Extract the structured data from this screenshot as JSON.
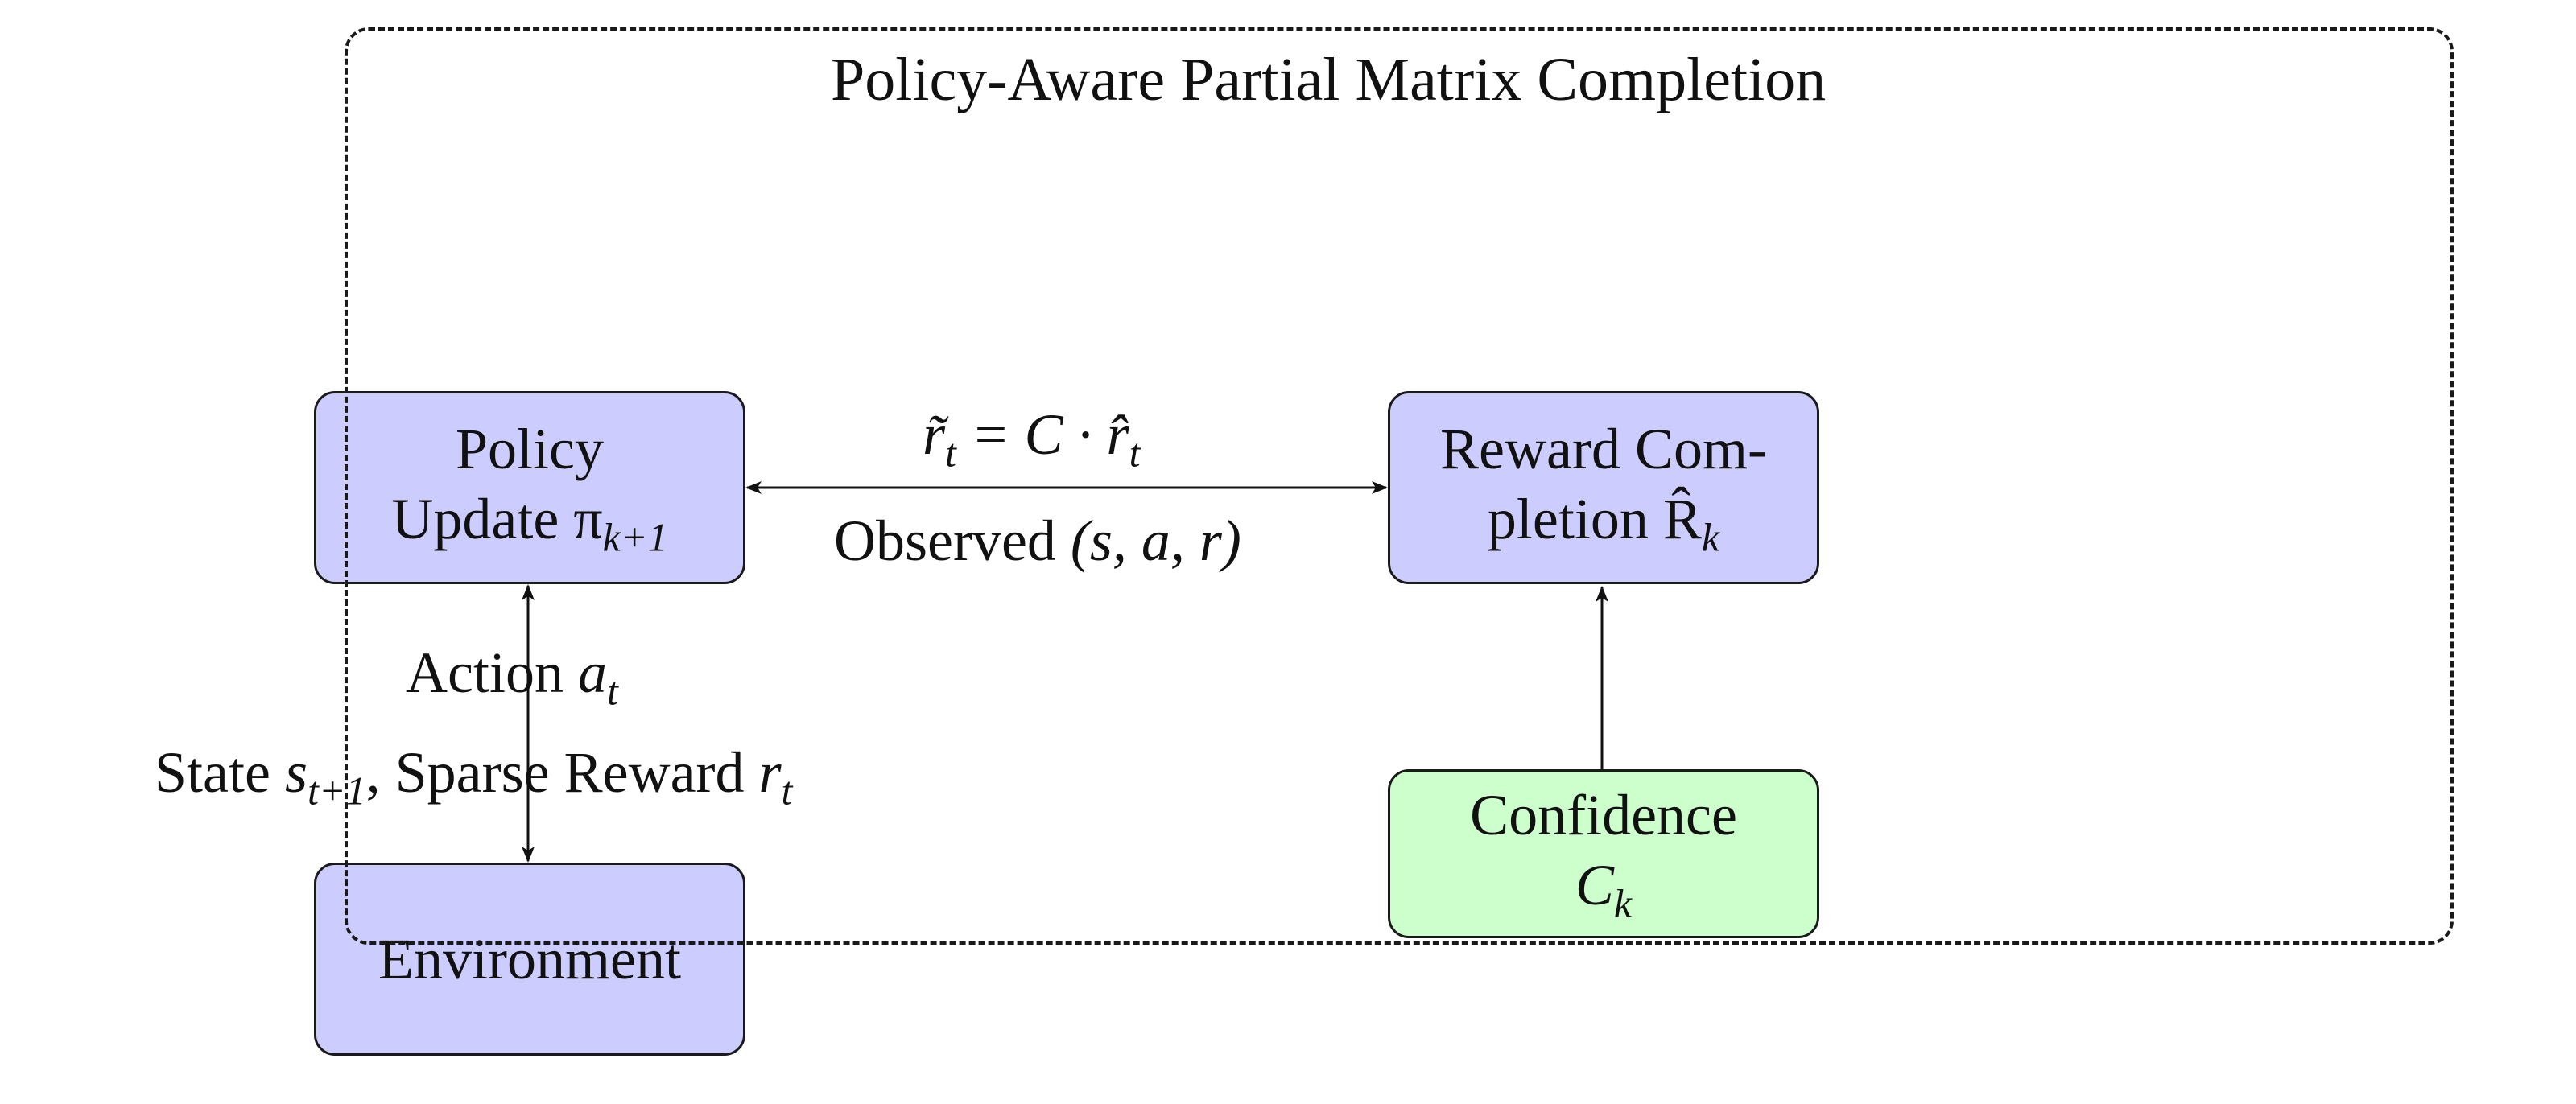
{
  "frame": {
    "title": "Policy-Aware Partial Matrix Completion"
  },
  "nodes": {
    "policy_update": {
      "line1": "Policy",
      "line2": "Update π",
      "line2_sub": "k+1",
      "fill": "#ccccff"
    },
    "reward_completion": {
      "line1": "Reward Com-",
      "line2": "pletion R̂",
      "line2_sub": "k",
      "fill": "#ccccff"
    },
    "confidence": {
      "line1": "Confidence",
      "line2": "C",
      "line2_sub": "k",
      "fill": "#ccffcc"
    },
    "environment": {
      "label": "Environment",
      "fill": "#ccccff"
    }
  },
  "edges": {
    "reward_to_policy": {
      "label_main": "r̃",
      "label_sub": "t",
      "label_rest": " = C · r̂",
      "label_rest_sub": "t"
    },
    "policy_to_reward": {
      "label_prefix": "Observed ",
      "label_math": "(s, a, r)"
    },
    "policy_to_env": {
      "label_prefix": "Action ",
      "label_math": "a",
      "label_sub": "t"
    },
    "env_to_policy": {
      "label_prefix": "State ",
      "label_math": "s",
      "label_sub": "t+1",
      "label_middle": ", Sparse Reward ",
      "label_math2": "r",
      "label_sub2": "t"
    }
  }
}
